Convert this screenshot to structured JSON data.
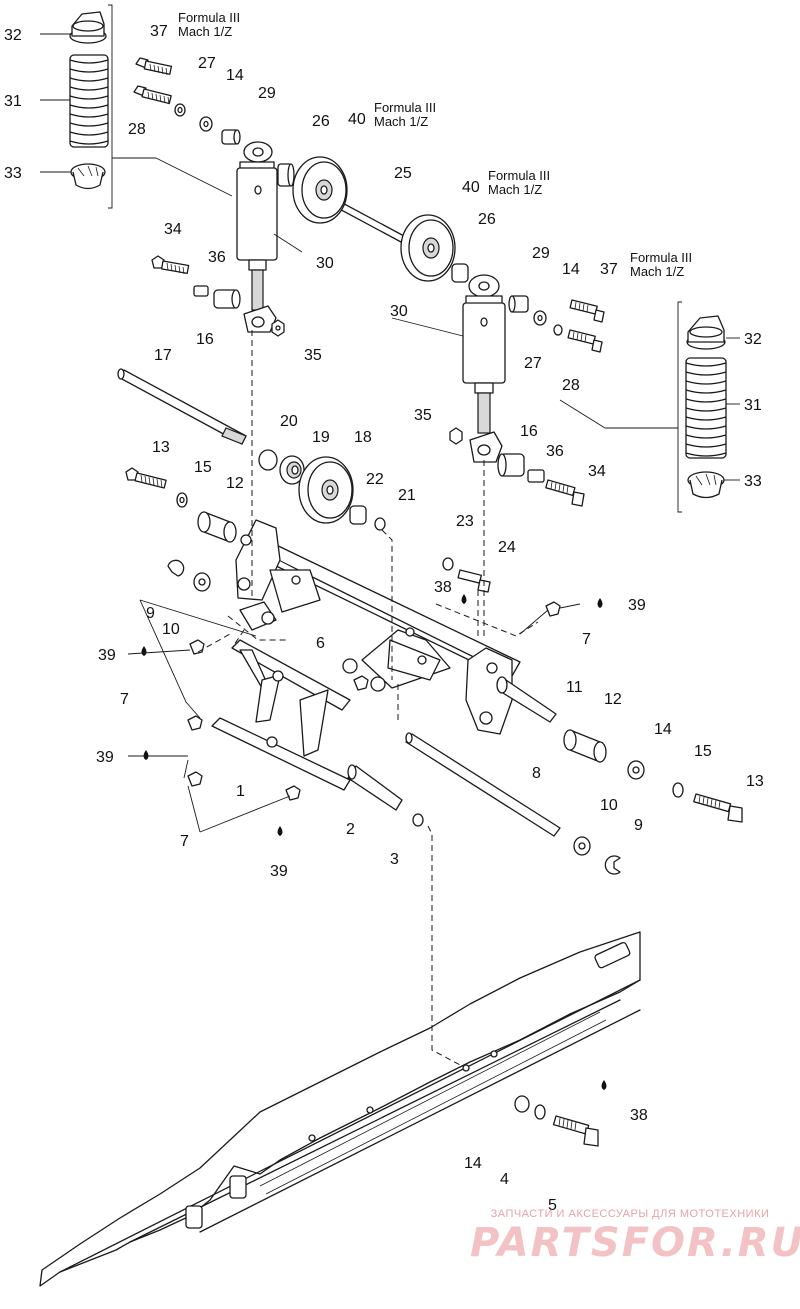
{
  "diagram": {
    "labels": {
      "l1": "1",
      "l2": "2",
      "l3": "3",
      "l4": "4",
      "l5": "5",
      "l6": "6",
      "l7a": "7",
      "l7b": "7",
      "l7c": "7",
      "l8": "8",
      "l9a": "9",
      "l9b": "9",
      "l10a": "10",
      "l10b": "10",
      "l11": "11",
      "l12a": "12",
      "l12b": "12",
      "l13a": "13",
      "l13b": "13",
      "l14a": "14",
      "l14b": "14",
      "l14c": "14",
      "l14d": "14",
      "l15a": "15",
      "l15b": "15",
      "l16a": "16",
      "l16b": "16",
      "l17": "17",
      "l18": "18",
      "l19": "19",
      "l20": "20",
      "l21": "21",
      "l22": "22",
      "l23": "23",
      "l24": "24",
      "l25": "25",
      "l26a": "26",
      "l26b": "26",
      "l27a": "27",
      "l27b": "27",
      "l28a": "28",
      "l28b": "28",
      "l29a": "29",
      "l29b": "29",
      "l30a": "30",
      "l30b": "30",
      "l31a": "31",
      "l31b": "31",
      "l32a": "32",
      "l32b": "32",
      "l33a": "33",
      "l33b": "33",
      "l34a": "34",
      "l34b": "34",
      "l35a": "35",
      "l35b": "35",
      "l36a": "36",
      "l36b": "36",
      "l37a": "37",
      "l37b": "37",
      "l38a": "38",
      "l38b": "38",
      "l39a": "39",
      "l39b": "39",
      "l39c": "39",
      "l39d": "39",
      "l40a": "40",
      "l40b": "40"
    },
    "notes": {
      "formula_line1": "Formula III",
      "formula_line2": "Mach 1/Z"
    }
  },
  "watermark": {
    "subtitle": "ЗАПЧАСТИ И АКСЕССУАРЫ ДЛЯ МОТОТЕХНИКИ",
    "brand": "PARTSFOR.RU"
  },
  "colors": {
    "line": "#1a1a1a",
    "watermark": "#f2c2c4"
  }
}
